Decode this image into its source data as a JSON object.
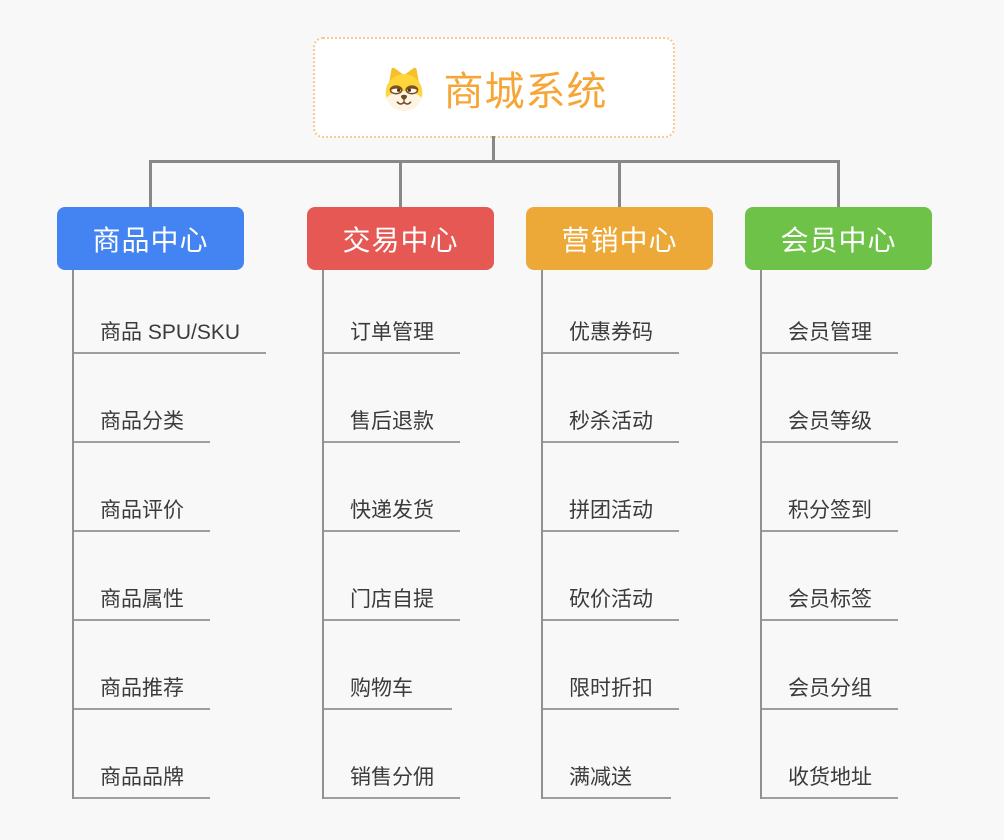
{
  "root": {
    "title": "商城系统",
    "icon": "shiba-dog-icon"
  },
  "branches": [
    {
      "label": "商品中心",
      "color": "#4384f2",
      "children": [
        "商品 SPU/SKU",
        "商品分类",
        "商品评价",
        "商品属性",
        "商品推荐",
        "商品品牌"
      ]
    },
    {
      "label": "交易中心",
      "color": "#e65853",
      "children": [
        "订单管理",
        "售后退款",
        "快递发货",
        "门店自提",
        "购物车",
        "销售分佣"
      ]
    },
    {
      "label": "营销中心",
      "color": "#eda938",
      "children": [
        "优惠券码",
        "秒杀活动",
        "拼团活动",
        "砍价活动",
        "限时折扣",
        "满减送"
      ]
    },
    {
      "label": "会员中心",
      "color": "#6dc247",
      "children": [
        "会员管理",
        "会员等级",
        "积分签到",
        "会员标签",
        "会员分组",
        "收货地址"
      ]
    }
  ],
  "colors": {
    "background": "#f8f8f8",
    "connector": "#888888",
    "underline": "#9e9e9e",
    "root_border": "#f8c98e",
    "root_text": "#f5a637",
    "child_text": "#3b3b3b"
  }
}
